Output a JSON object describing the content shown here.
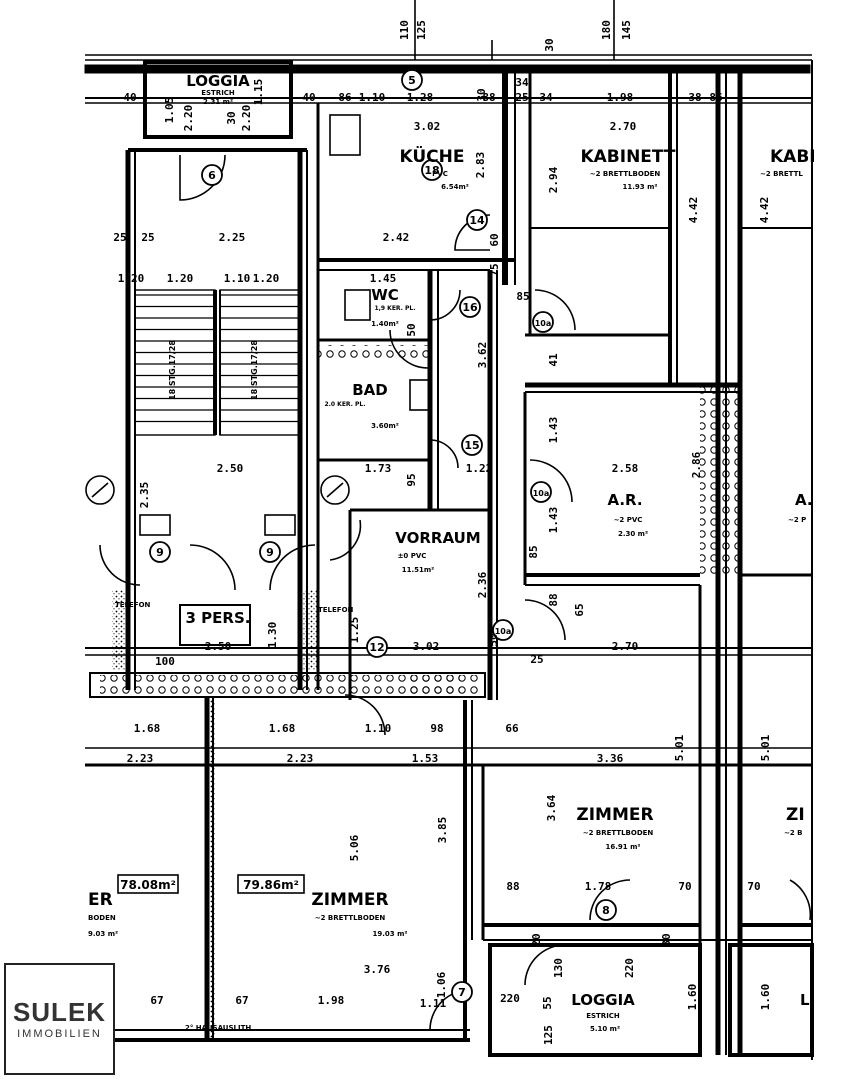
{
  "rooms": {
    "loggia_top": {
      "name": "LOGGIA",
      "sub": "ESTRICH",
      "area": "2.31 m²"
    },
    "kueche": {
      "name": "KÜCHE",
      "sub": "PVC",
      "area": "6.54m²"
    },
    "kabinett": {
      "name": "KABINETT",
      "sub": "~2 BRETTLBODEN",
      "area": "11.93 m²"
    },
    "kabinett_right": {
      "name": "KABI",
      "sub": "~2 BRETTL"
    },
    "wc": {
      "name": "WC",
      "sub": "1,9 KER. PL.",
      "area": "1.40m²"
    },
    "bad": {
      "name": "BAD",
      "sub": "2.0 KER. PL.",
      "area": "3.60m²"
    },
    "ar": {
      "name": "A.R.",
      "sub": "~2 PVC",
      "area": "2.30 m²"
    },
    "ar_right": {
      "name": "A.",
      "sub": "~2 P"
    },
    "vorraum": {
      "name": "VORRAUM",
      "sub": "±0  PVC",
      "area": "11.51m²"
    },
    "lift": {
      "name": "3 PERS."
    },
    "zimmer_right": {
      "name": "ZIMMER",
      "sub": "~2 BRETTLBODEN",
      "area": "16.91 m²"
    },
    "zimmer_right2": {
      "name": "ZI",
      "sub": "~2 B"
    },
    "zimmer_bottom": {
      "name": "ZIMMER",
      "sub": "~2 BRETTLBODEN",
      "area": "19.03 m²"
    },
    "zimmer_left": {
      "name": "ER",
      "sub": "BODEN",
      "area": "9.03 m²"
    },
    "loggia_bottom": {
      "name": "LOGGIA",
      "sub": "ESTRICH",
      "area": "5.10 m²"
    },
    "loggia_bottom_right": {
      "name": "L"
    }
  },
  "unit_areas": [
    "78.08m²",
    "79.86m²"
  ],
  "labels": {
    "telefon_left": "TELEFON",
    "telefon_right": "TELEFON",
    "ausgang": "2° HAUSAUSLITH",
    "stg_left": "18 STG.17/28",
    "stg_right": "18 STG.17/28"
  },
  "dimensions": [
    "110",
    "125",
    "180",
    "145",
    "30",
    "40",
    "1.05",
    "2.20",
    "30",
    "2.20",
    "1.15",
    "40",
    "86",
    "1.10",
    "1.28",
    "88",
    "25",
    "34",
    "1.98",
    "38",
    "86",
    "3.02",
    "2.70",
    "30",
    "2.83",
    "2.94",
    "4.42",
    "4.42",
    "2.25",
    "2.42",
    "25",
    "25",
    "1.20",
    "1.10",
    "1.20",
    "1.20",
    "1.45",
    "60",
    "75",
    "85",
    "41",
    "3.62",
    "50",
    "1.43",
    "1.43",
    "2.50",
    "1.73",
    "95",
    "1.22",
    "2.58",
    "2.86",
    "2.35",
    "65",
    "85",
    "2.36",
    "88",
    "1.25",
    "1.30",
    "2.50",
    "3.02",
    "2.70",
    "1.68",
    "1.68",
    "1.10",
    "98",
    "66",
    "2.23",
    "2.23",
    "1.53",
    "3.36",
    "5.01",
    "5.01",
    "3.64",
    "3.85",
    "5.06",
    "88",
    "1.78",
    "70",
    "70",
    "3.76",
    "1.06",
    "67",
    "67",
    "1.98",
    "1.11",
    "30",
    "220",
    "1.60",
    "1.60",
    "130",
    "20",
    "220",
    "55",
    "125",
    "100",
    "50",
    "25",
    "34"
  ],
  "markers": [
    "6",
    "14",
    "16",
    "10a",
    "15",
    "10a",
    "9",
    "9",
    "12",
    "10a",
    "7",
    "8",
    "5",
    "18"
  ],
  "logo": {
    "line1": "SULEK",
    "line2": "IMMOBILIEN"
  }
}
